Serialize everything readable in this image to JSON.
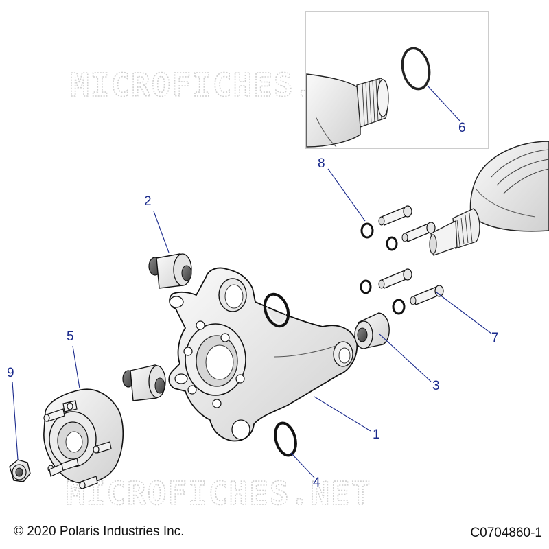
{
  "watermark": "MICROFICHES.NET",
  "callouts": [
    "1",
    "2",
    "3",
    "4",
    "5",
    "6",
    "7",
    "8",
    "9"
  ],
  "parts": {
    "knuckle": "rear-knuckle",
    "bushing_upper": "bushing",
    "bushing_right": "bushing",
    "bushing_lower": "bushing",
    "retaining_ring": "retaining-ring",
    "hub": "wheel-hub",
    "o_ring": "o-ring",
    "bolt": "bolt",
    "washer": "washer",
    "nut": "wheel-nut",
    "half_shaft": "half-shaft"
  },
  "footer": {
    "copyright": "© 2020 Polaris Industries Inc.",
    "diagram_id": "C0704860-1"
  }
}
